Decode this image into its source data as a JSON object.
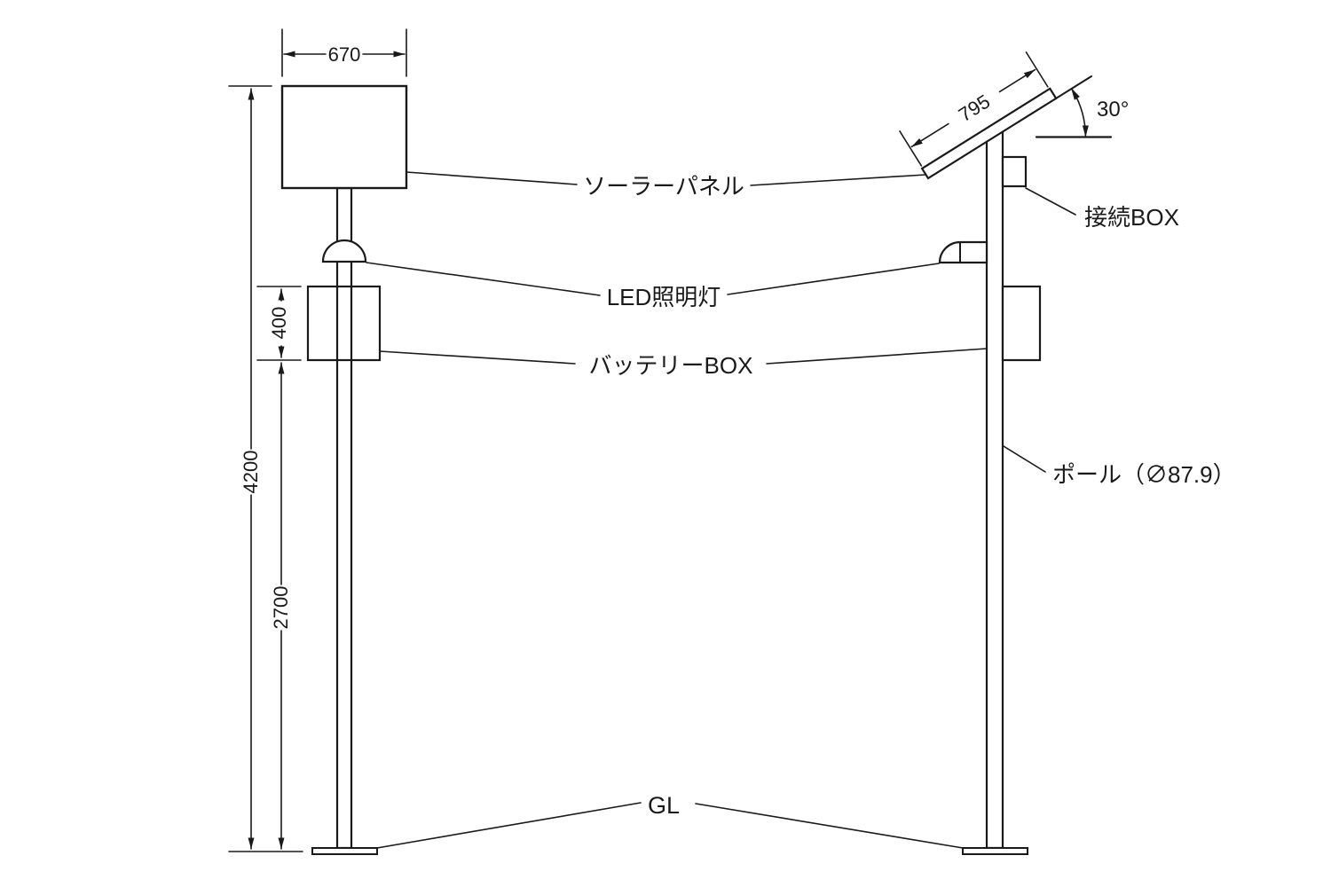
{
  "labels": {
    "solar_panel": "ソーラーパネル",
    "led_light": "LED照明灯",
    "battery_box": "バッテリーBOX",
    "connection_box": "接続BOX",
    "pole": "ポール（∅87.9）",
    "ground_level": "GL"
  },
  "dimensions": {
    "panel_width": "670",
    "panel_length": "795",
    "tilt_angle": "30°",
    "overall_height": "4200",
    "battery_box_height": "400",
    "ground_to_battery_box": "2700"
  },
  "colors": {
    "line": "#1a1a1a",
    "background": "#ffffff"
  }
}
